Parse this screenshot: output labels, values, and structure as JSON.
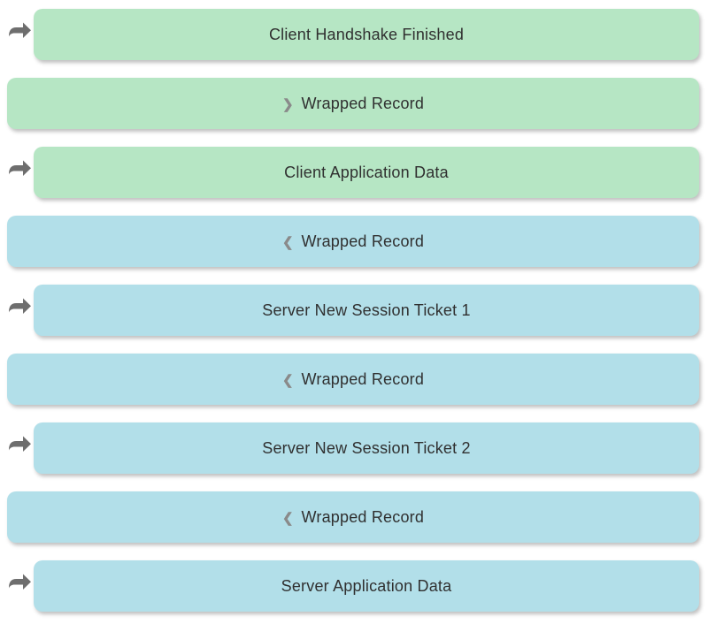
{
  "colors": {
    "client": "#b6e6c4",
    "server": "#b2dfe9",
    "arrow": "#6e6e6e",
    "chevron": "#8a8a8a",
    "text": "#303030"
  },
  "records": [
    {
      "label": "Client Handshake Finished",
      "side": "client",
      "marker": "sent-arrow"
    },
    {
      "label": "Wrapped Record",
      "side": "client",
      "chevron": "❯"
    },
    {
      "label": "Client Application Data",
      "side": "client",
      "marker": "sent-arrow"
    },
    {
      "label": "Wrapped Record",
      "side": "server",
      "chevron": "❮"
    },
    {
      "label": "Server New Session Ticket 1",
      "side": "server",
      "marker": "sent-arrow"
    },
    {
      "label": "Wrapped Record",
      "side": "server",
      "chevron": "❮"
    },
    {
      "label": "Server New Session Ticket 2",
      "side": "server",
      "marker": "sent-arrow"
    },
    {
      "label": "Wrapped Record",
      "side": "server",
      "chevron": "❮"
    },
    {
      "label": "Server Application Data",
      "side": "server",
      "marker": "sent-arrow"
    }
  ]
}
